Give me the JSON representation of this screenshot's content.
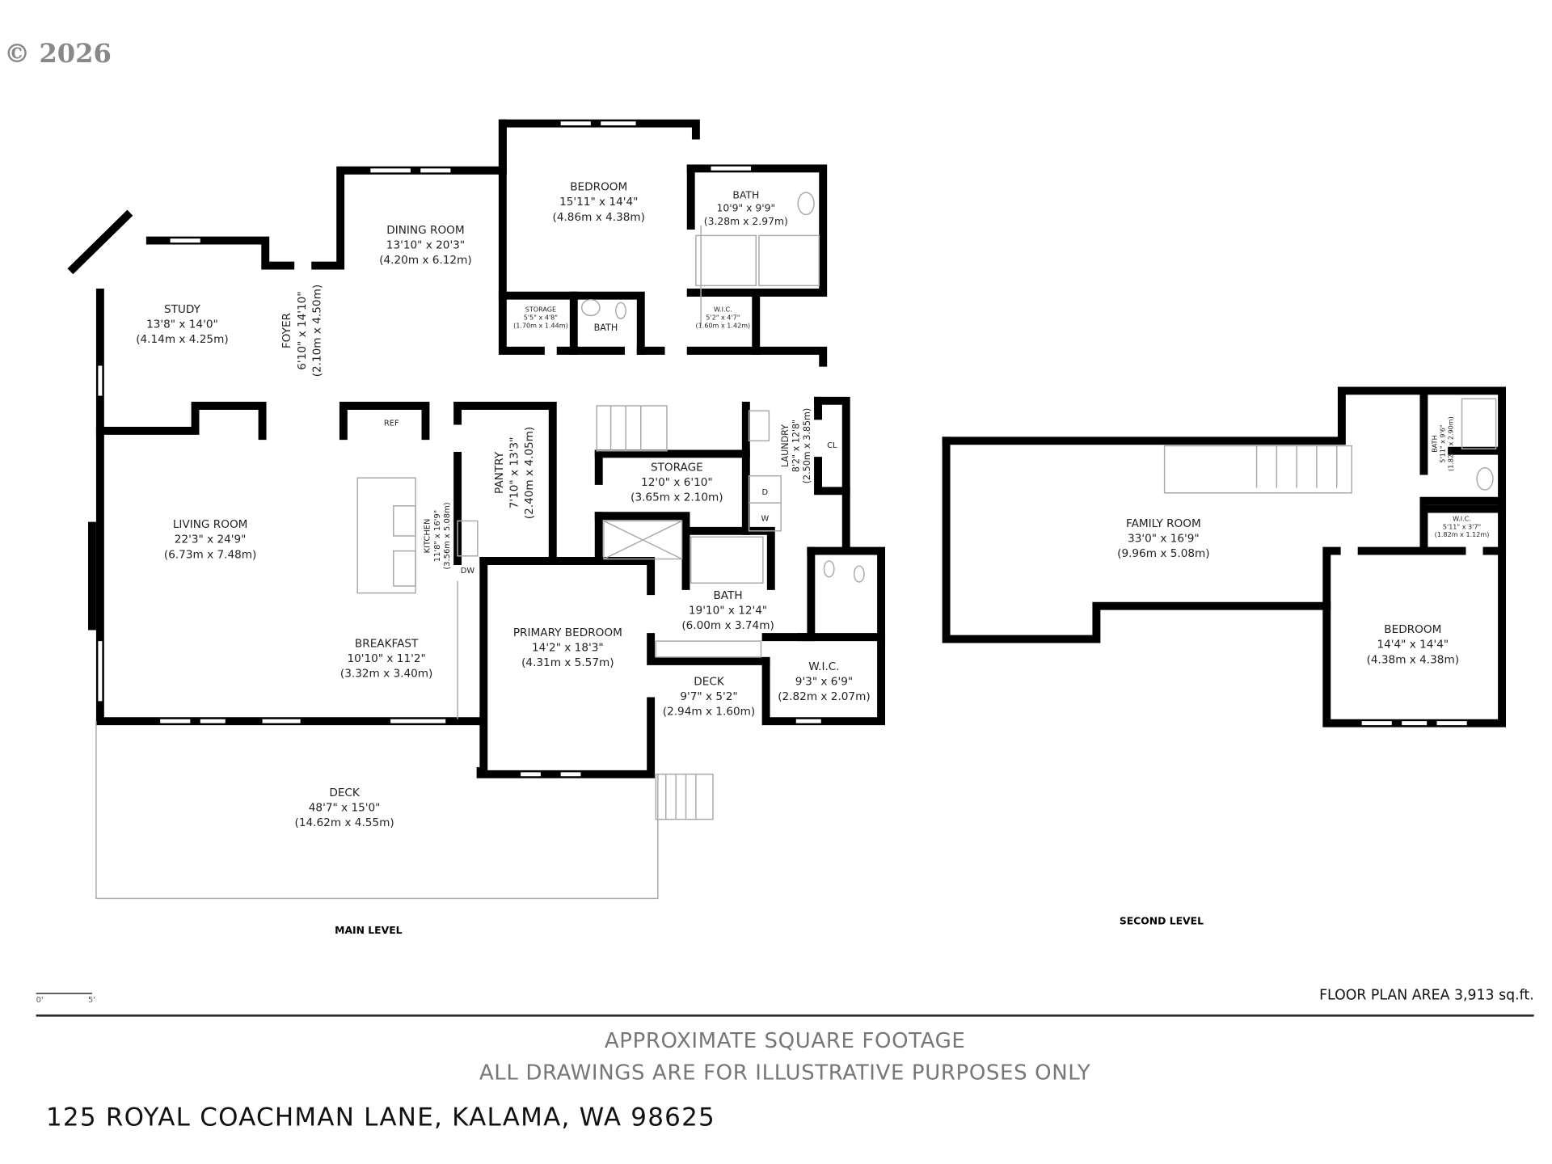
{
  "copyright": "© 2026",
  "main_level": {
    "label": "MAIN LEVEL",
    "rooms": [
      {
        "name": "STUDY",
        "dim": "13'8\" x 14'0\"",
        "metric": "(4.14m x 4.25m)"
      },
      {
        "name": "FOYER",
        "dim": "6'10\" x 14'10\"",
        "metric": "(2.10m x 4.50m)"
      },
      {
        "name": "DINING ROOM",
        "dim": "13'10\" x 20'3\"",
        "metric": "(4.20m x 6.12m)"
      },
      {
        "name": "BEDROOM",
        "dim": "15'11\" x 14'4\"",
        "metric": "(4.86m x 4.38m)"
      },
      {
        "name": "BATH",
        "dim": "10'9\" x 9'9\"",
        "metric": "(3.28m x 2.97m)"
      },
      {
        "name": "STORAGE",
        "dim": "5'5\" x 4'8\"",
        "metric": "(1.70m x 1.44m)"
      },
      {
        "name": "BATH",
        "dim": "",
        "metric": ""
      },
      {
        "name": "W.I.C.",
        "dim": "5'2\" x 4'7\"",
        "metric": "(1.60m x 1.42m)"
      },
      {
        "name": "LIVING ROOM",
        "dim": "22'3\" x 24'9\"",
        "metric": "(6.73m x 7.48m)"
      },
      {
        "name": "KITCHEN",
        "dim": "11'8\" x 16'9\"",
        "metric": "(3.56m x 5.08m)"
      },
      {
        "name": "PANTRY",
        "dim": "7'10\" x 13'3\"",
        "metric": "(2.40m x 4.05m)"
      },
      {
        "name": "STORAGE",
        "dim": "12'0\" x 6'10\"",
        "metric": "(3.65m x 2.10m)"
      },
      {
        "name": "LAUNDRY",
        "dim": "8'2\" x 12'8\"",
        "metric": "(2.50m x 3.85m)"
      },
      {
        "name": "BATH",
        "dim": "19'10\" x 12'4\"",
        "metric": "(6.00m x 3.74m)"
      },
      {
        "name": "BREAKFAST",
        "dim": "10'10\" x 11'2\"",
        "metric": "(3.32m x 3.40m)"
      },
      {
        "name": "PRIMARY BEDROOM",
        "dim": "14'2\" x 18'3\"",
        "metric": "(4.31m x 5.57m)"
      },
      {
        "name": "DECK",
        "dim": "9'7\" x 5'2\"",
        "metric": "(2.94m x 1.60m)"
      },
      {
        "name": "W.I.C.",
        "dim": "9'3\" x 6'9\"",
        "metric": "(2.82m x 2.07m)"
      },
      {
        "name": "DECK",
        "dim": "48'7\" x 15'0\"",
        "metric": "(14.62m x 4.55m)"
      }
    ],
    "fixtures": {
      "ref": "REF",
      "dw": "DW",
      "dryer": "D",
      "washer": "W",
      "closet": "CL"
    }
  },
  "second_level": {
    "label": "SECOND LEVEL",
    "rooms": [
      {
        "name": "FAMILY ROOM",
        "dim": "33'0\" x 16'9\"",
        "metric": "(9.96m x 5.08m)"
      },
      {
        "name": "BATH",
        "dim": "5'11\" x 9'6\"",
        "metric": "(1.82m x 2.90m)"
      },
      {
        "name": "W.I.C.",
        "dim": "5'11\" x 3'7\"",
        "metric": "(1.82m x 1.12m)"
      },
      {
        "name": "BEDROOM",
        "dim": "14'4\" x 14'4\"",
        "metric": "(4.38m x 4.38m)"
      }
    ]
  },
  "scale": {
    "start": "0'",
    "end": "5'"
  },
  "floor_plan_area": "FLOOR PLAN AREA 3,913 sq.ft.",
  "disclaimer": [
    "APPROXIMATE SQUARE FOOTAGE",
    "ALL DRAWINGS ARE FOR ILLUSTRATIVE PURPOSES ONLY"
  ],
  "address": "125 ROYAL COACHMAN LANE, KALAMA, WA 98625"
}
